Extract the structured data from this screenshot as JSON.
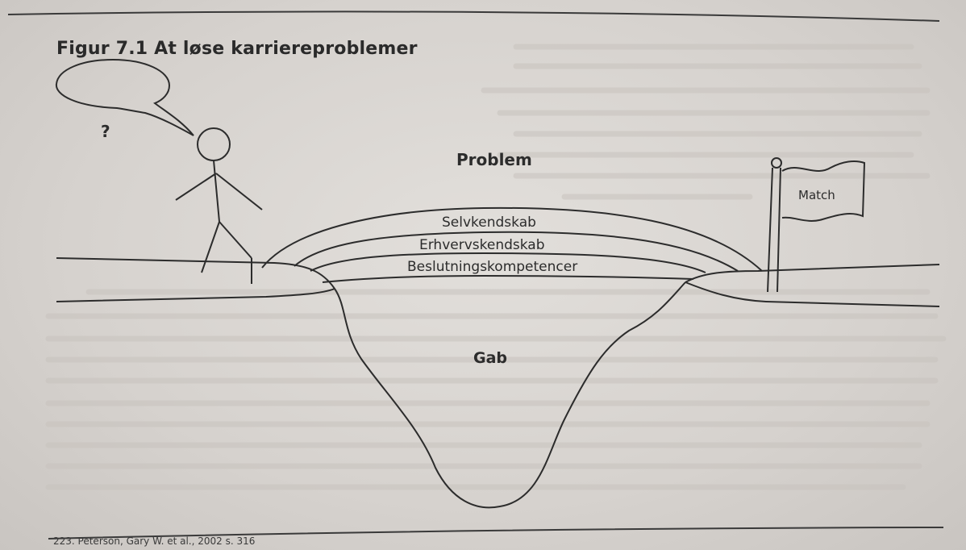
{
  "figure": {
    "title": "Figur 7.1  At løse karriereproblemer",
    "footnote": "223. Peterson, Gary W. et al., 2002 s. 316"
  },
  "labels": {
    "question": "?",
    "problem": "Problem",
    "layer_1": "Selvkendskab",
    "layer_2": "Erhvervskendskab",
    "layer_3": "Beslutningskompetencer",
    "gap": "Gab",
    "flag": "Match"
  },
  "colors": {
    "ink": "#2c2c2c",
    "paper": "#dcd8d4"
  }
}
